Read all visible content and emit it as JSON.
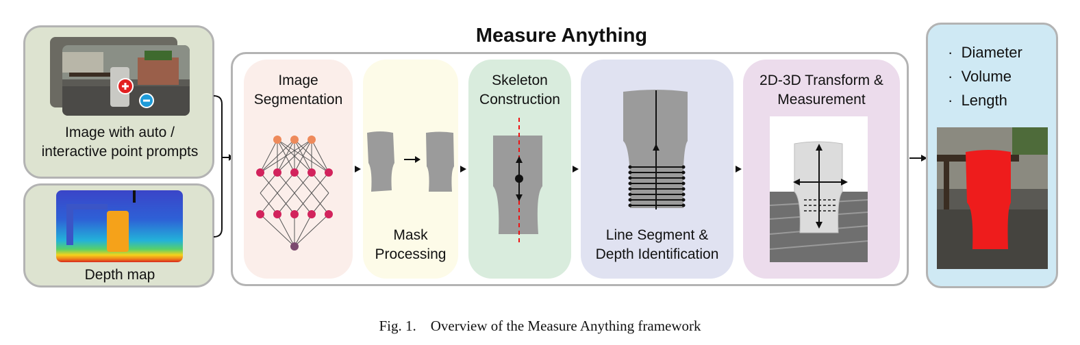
{
  "diagram": {
    "title": "Measure Anything",
    "caption": "Fig. 1. Overview of the Measure Anything framework",
    "inputs": {
      "image_label_line1": "Image with auto /",
      "image_label_line2": "interactive point prompts",
      "depth_label": "Depth map"
    },
    "stages": {
      "segmentation_line1": "Image",
      "segmentation_line2": "Segmentation",
      "mask_line1": "Mask",
      "mask_line2": "Processing",
      "skeleton_line1": "Skeleton",
      "skeleton_line2": "Construction",
      "line_segment_line1": "Line Segment &",
      "line_segment_line2": "Depth Identification",
      "transform_line1": "2D-3D Transform &",
      "transform_line2": "Measurement"
    },
    "outputs": {
      "items": [
        "Diameter",
        "Volume",
        "Length"
      ]
    },
    "colors": {
      "input_panel": "#dde3d0",
      "segmentation_bg": "#fbeeea",
      "mask_bg": "#fdfbe8",
      "skeleton_bg": "#d9ecdd",
      "line_segment_bg": "#e0e2f1",
      "transform_bg": "#ecdcec",
      "output_panel": "#cfe9f4",
      "node_input": "#ee8a5b",
      "node_hidden": "#d2235c",
      "node_output": "#7b4a6f",
      "mask_gray": "#9b9b9b",
      "cup_red": "#ee1c1c"
    }
  }
}
